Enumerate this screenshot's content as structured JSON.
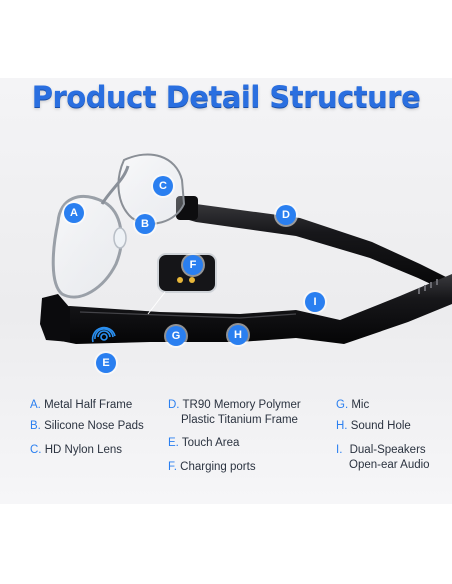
{
  "title": "Product Detail Structure",
  "colors": {
    "accent": "#2a7ff0",
    "title": "#2a6fe0",
    "frame": "#1a1a1c"
  },
  "markers": [
    "A",
    "B",
    "C",
    "D",
    "E",
    "F",
    "G",
    "H",
    "I"
  ],
  "specs": [
    {
      "letter": "A.",
      "lines": [
        "Metal Half Frame"
      ]
    },
    {
      "letter": "B.",
      "lines": [
        "Silicone Nose Pads"
      ]
    },
    {
      "letter": "C.",
      "lines": [
        "HD Nylon Lens"
      ]
    },
    {
      "letter": "D.",
      "lines": [
        "TR90 Memory Polymer",
        "Plastic Titanium Frame"
      ]
    },
    {
      "letter": "E.",
      "lines": [
        "Touch Area"
      ]
    },
    {
      "letter": "F.",
      "lines": [
        "Charging ports"
      ]
    },
    {
      "letter": "G.",
      "lines": [
        "Mic"
      ]
    },
    {
      "letter": "H.",
      "lines": [
        "Sound Hole"
      ]
    },
    {
      "letter": "I.",
      "lines": [
        "Dual-Speakers",
        "Open-ear Audio"
      ]
    }
  ]
}
